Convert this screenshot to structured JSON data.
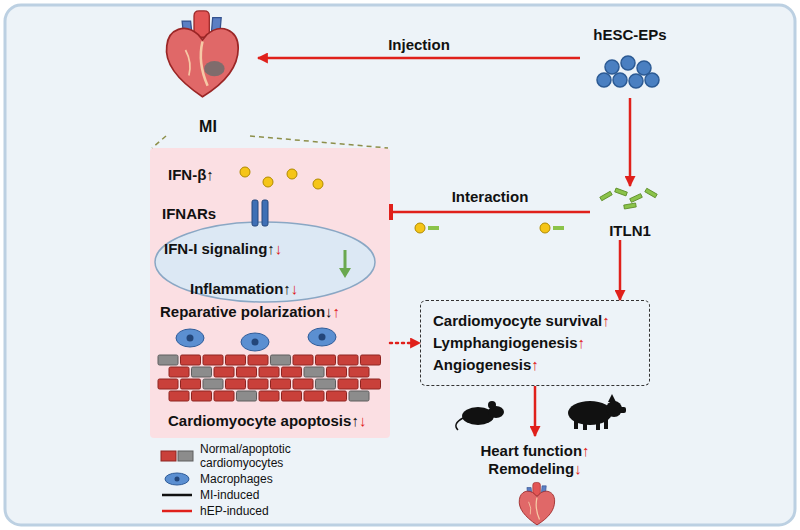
{
  "diagram": {
    "nodes": [
      {
        "text": [
          "MI"
        ]
      },
      {
        "text": [
          "hESC-EPs"
        ]
      },
      {
        "text": [
          "ITLN1"
        ]
      },
      {
        "text": [
          "IFN-β↑",
          "IFNARs",
          "IFN-I signaling↑↓",
          "Inflammation↑↓",
          "Reparative polarization↓↑",
          "Cardiomyocyte apoptosis↑↓"
        ]
      },
      {
        "text": [
          "Cardiomyocyte survival↑",
          "Lymphangiogenesis↑",
          "Angiogenesis↑"
        ]
      },
      {
        "text": [
          "Heart function↑",
          "Remodeling↓"
        ]
      }
    ],
    "edges": [
      {
        "from": 1,
        "to": 0,
        "arrow": "to",
        "label": "Injection"
      },
      {
        "from": 1,
        "to": 2,
        "arrow": "to"
      },
      {
        "from": 2,
        "to": 3,
        "arrow": "to",
        "label": "Interaction"
      },
      {
        "from": 3,
        "to": 4,
        "arrow": "to"
      },
      {
        "from": 2,
        "to": 4,
        "arrow": "to"
      },
      {
        "from": 4,
        "to": 5,
        "arrow": "to"
      },
      {
        "from": 0,
        "to": 3,
        "arrow": "none"
      },
      {
        "from": 0,
        "to": 3,
        "arrow": "none"
      }
    ],
    "legend": [
      {
        "text": "Normal/apoptotic cardiomyocytes"
      },
      {
        "text": "Macrophages"
      },
      {
        "text": "MI-induced"
      },
      {
        "text": "hEP-induced"
      }
    ]
  }
}
